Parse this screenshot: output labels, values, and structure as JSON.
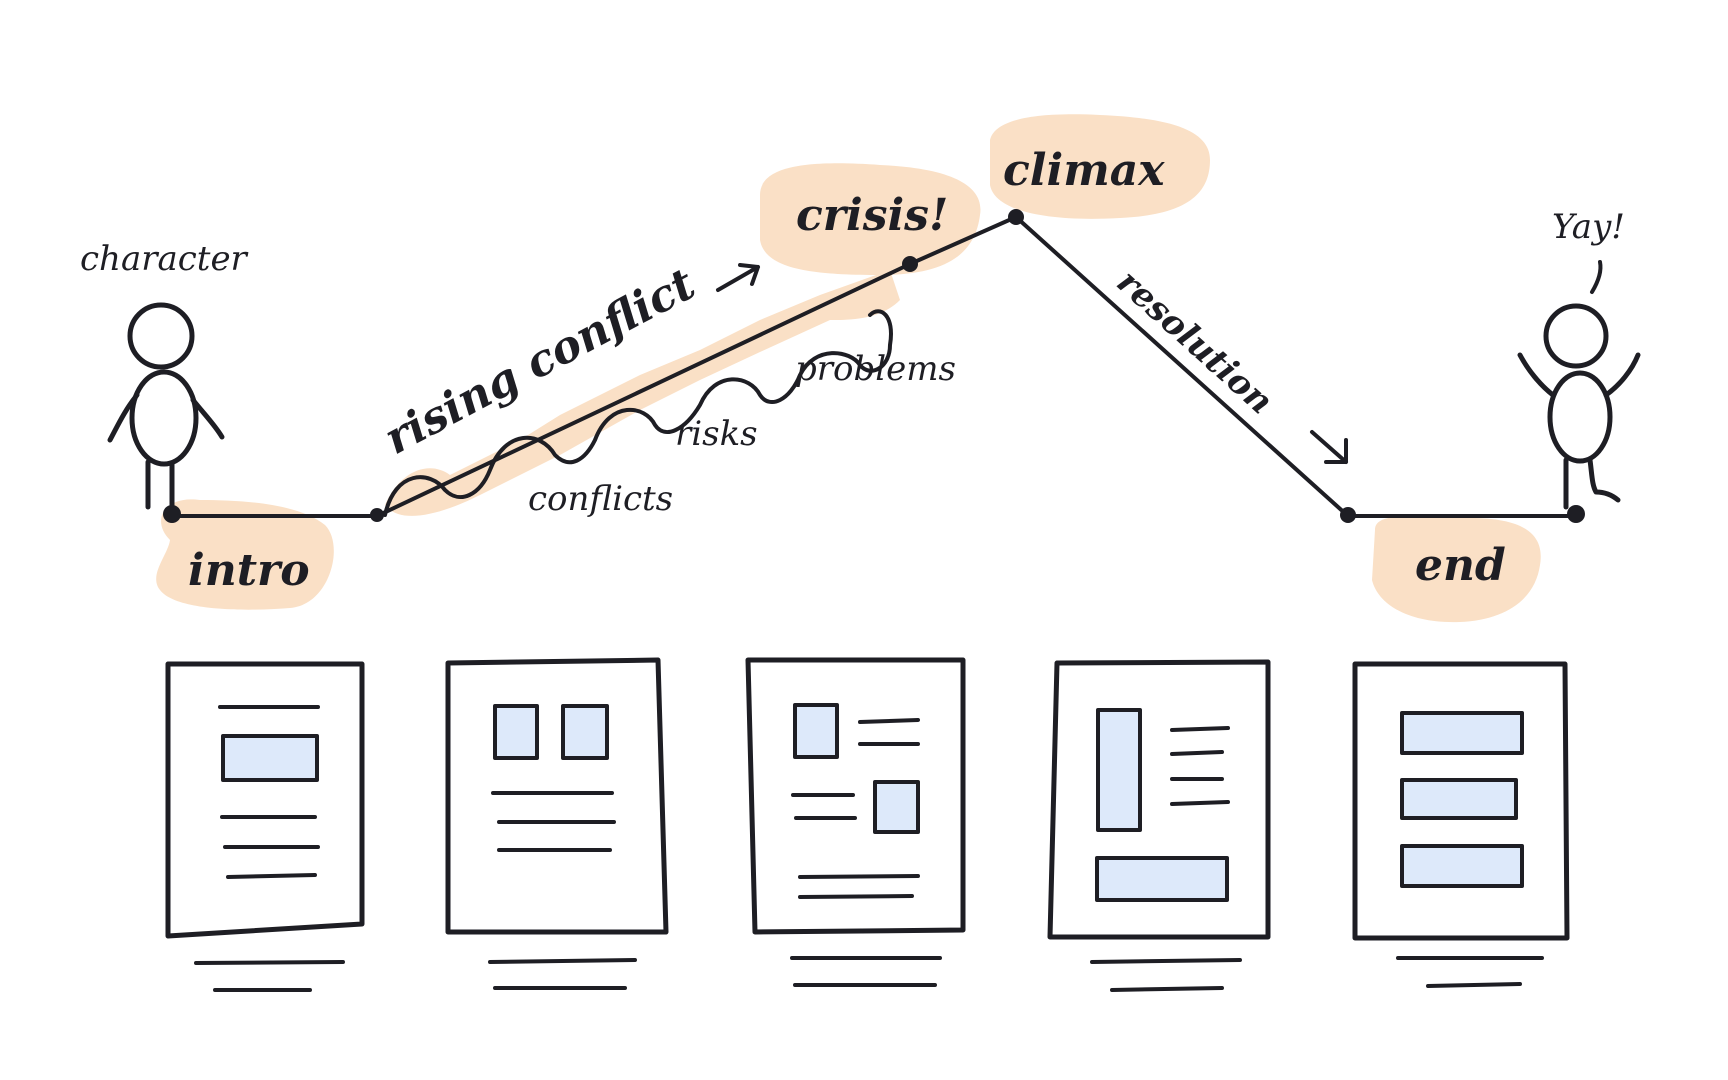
{
  "figures": {
    "start_caption": "character",
    "end_caption": "Yay!"
  },
  "stages": {
    "intro": "intro",
    "rising": "rising conflict",
    "crisis": "crisis!",
    "climax": "climax",
    "resolution": "resolution",
    "end": "end"
  },
  "rising_items": [
    "conflicts",
    "risks",
    "problems"
  ],
  "colors": {
    "ink": "#1e1e24",
    "highlight": "#fae0c6",
    "panel_fill": "#dde9fa"
  },
  "pages": [
    {
      "layout": "heading-image-text"
    },
    {
      "layout": "two-images-text"
    },
    {
      "layout": "mixed-images-text"
    },
    {
      "layout": "sidebar-image-text"
    },
    {
      "layout": "stacked-blocks"
    }
  ]
}
